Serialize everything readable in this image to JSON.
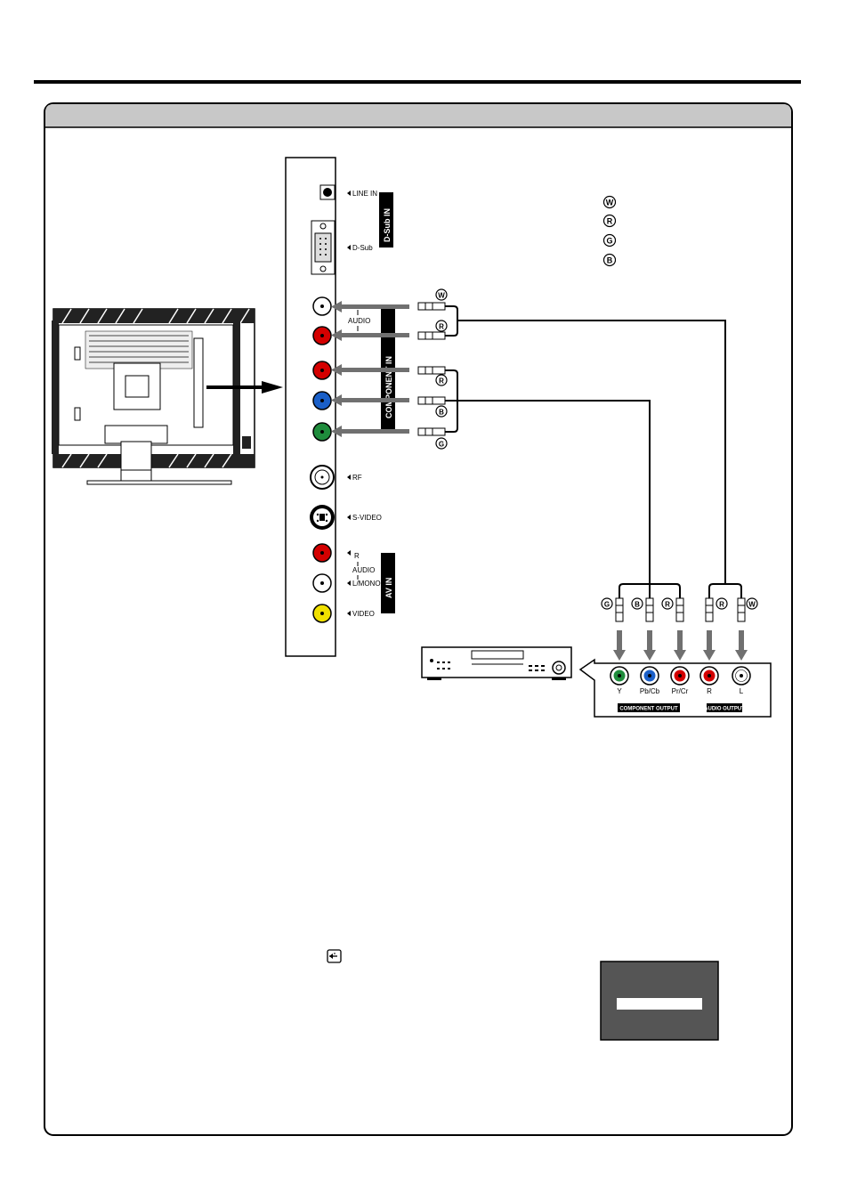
{
  "tv_panel": {
    "labels": {
      "line_in": "LINE IN",
      "dsub": "D-Sub",
      "dsub_in": "D-Sub IN",
      "audio_top": "AUDIO",
      "component_in": "COMPONENT IN",
      "rf": "RF",
      "svideo": "S-VIDEO",
      "av_r": "R",
      "av_audio": "AUDIO",
      "av_lmono": "L/MONO",
      "av_video": "VIDEO",
      "av_in": "AV IN"
    }
  },
  "legend": {
    "items": [
      {
        "letter": "W"
      },
      {
        "letter": "R"
      },
      {
        "letter": "G"
      },
      {
        "letter": "B"
      }
    ]
  },
  "cable_letters": {
    "top_audio": [
      "W",
      "R"
    ],
    "top_video": [
      "R",
      "B",
      "G"
    ],
    "bottom": [
      "G",
      "B",
      "R",
      "R",
      "W"
    ]
  },
  "device_panel": {
    "jack_labels": [
      "Y",
      "Pb/Cb",
      "Pr/Cr",
      "R",
      "L"
    ],
    "component_output": "COMPONENT OUTPUT",
    "audio_output": "AUDIO OUTPUT"
  },
  "colors": {
    "header_bar": "#c8c8c8",
    "jack_red": "#d40000",
    "jack_blue": "#1a5fc8",
    "jack_green": "#1f8c3c",
    "jack_yellow": "#f0e000",
    "arrow_gray": "#707070",
    "menu_box": "#555555"
  }
}
